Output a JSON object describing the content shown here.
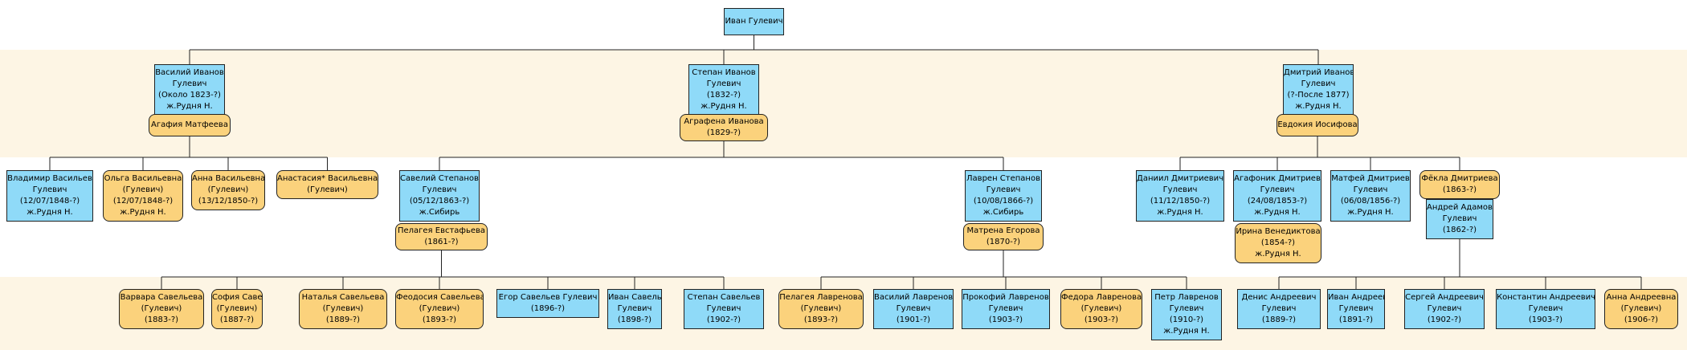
{
  "colors": {
    "male": "#8fdaf8",
    "female": "#fbd27c",
    "band": "#fdf5e4",
    "line": "#222222"
  },
  "people": {
    "ivan": {
      "sex": "m",
      "lines": [
        "Иван Гулевич"
      ]
    },
    "vasiliy": {
      "sex": "m",
      "lines": [
        "Василий Иванов",
        "Гулевич",
        "(Около 1823-?)",
        "ж.Рудня Н."
      ]
    },
    "agafia": {
      "sex": "f",
      "lines": [
        "Агафия Матфеева"
      ]
    },
    "stepan": {
      "sex": "m",
      "lines": [
        "Степан Иванов",
        "Гулевич",
        "(1832-?)",
        "ж.Рудня Н."
      ]
    },
    "agrafena": {
      "sex": "f",
      "lines": [
        "Аграфена Иванова",
        "(1829-?)"
      ]
    },
    "dmitriy": {
      "sex": "m",
      "lines": [
        "Дмитрий Иванов",
        "Гулевич",
        "(?-После 1877)",
        "ж.Рудня Н."
      ]
    },
    "evdokia": {
      "sex": "f",
      "lines": [
        "Евдокия Иосифова"
      ]
    },
    "vladimir": {
      "sex": "m",
      "lines": [
        "Владимир Васильев",
        "Гулевич",
        "(12/07/1848-?)",
        "ж.Рудня Н."
      ]
    },
    "olga": {
      "sex": "f",
      "lines": [
        "Ольга Васильевна",
        "(Гулевич)",
        "(12/07/1848-?)",
        "ж.Рудня Н."
      ]
    },
    "anna_v": {
      "sex": "f",
      "lines": [
        "Анна Васильевна",
        "(Гулевич)",
        "(13/12/1850-?)"
      ]
    },
    "anastasia": {
      "sex": "f",
      "lines": [
        "Анастасия* Васильевна",
        "(Гулевич)"
      ]
    },
    "saveliy": {
      "sex": "m",
      "lines": [
        "Савелий Степанов",
        "Гулевич",
        "(05/12/1863-?)",
        "ж.Сибирь"
      ]
    },
    "pelageya_e": {
      "sex": "f",
      "lines": [
        "Пелагея Евстафьева",
        "(1861-?)"
      ]
    },
    "lavren": {
      "sex": "m",
      "lines": [
        "Лаврен Степанов",
        "Гулевич",
        "(10/08/1866-?)",
        "ж.Сибирь"
      ]
    },
    "matrena": {
      "sex": "f",
      "lines": [
        "Матрена Егорова",
        "(1870-?)"
      ]
    },
    "daniil": {
      "sex": "m",
      "lines": [
        "Даниил Дмитриевич",
        "Гулевич",
        "(11/12/1850-?)",
        "ж.Рудня Н."
      ]
    },
    "agafonik": {
      "sex": "m",
      "lines": [
        "Агафоник Дмитриев",
        "Гулевич",
        "(24/08/1853-?)",
        "ж.Рудня Н."
      ]
    },
    "irina": {
      "sex": "f",
      "lines": [
        "Ирина Венедиктова",
        "(1854-?)",
        "ж.Рудня Н."
      ]
    },
    "matfey": {
      "sex": "m",
      "lines": [
        "Матфей Дмитриев",
        "Гулевич",
        "(06/08/1856-?)",
        "ж.Рудня Н."
      ]
    },
    "fekla": {
      "sex": "f",
      "lines": [
        "Фёкла Дмитриева",
        "(1863-?)"
      ]
    },
    "andrey_ad": {
      "sex": "m",
      "lines": [
        "Андрей Адамов",
        "Гулевич",
        "(1862-?)"
      ]
    },
    "varvara": {
      "sex": "f",
      "lines": [
        "Варвара Савельева",
        "(Гулевич)",
        "(1883-?)"
      ]
    },
    "sofia": {
      "sex": "f",
      "lines": [
        "София Савельева",
        "(Гулевич)",
        "(1887-?)"
      ]
    },
    "natalya": {
      "sex": "f",
      "lines": [
        "Наталья Савельева",
        "(Гулевич)",
        "(1889-?)"
      ]
    },
    "feodosia": {
      "sex": "f",
      "lines": [
        "Феодосия Савельева",
        "(Гулевич)",
        "(1893-?)"
      ]
    },
    "egor": {
      "sex": "m",
      "lines": [
        "Егор Савельев Гулевич",
        "(1896-?)"
      ]
    },
    "ivan_s": {
      "sex": "m",
      "lines": [
        "Иван Савельев",
        "Гулевич",
        "(1898-?)"
      ]
    },
    "stepan_s": {
      "sex": "m",
      "lines": [
        "Степан Савельев",
        "Гулевич",
        "(1902-?)"
      ]
    },
    "pelageya_l": {
      "sex": "f",
      "lines": [
        "Пелагея Лавренова",
        "(Гулевич)",
        "(1893-?)"
      ]
    },
    "vasiliy_l": {
      "sex": "m",
      "lines": [
        "Василий Лавренов",
        "Гулевич",
        "(1901-?)"
      ]
    },
    "prokofiy": {
      "sex": "m",
      "lines": [
        "Прокофий Лавренов",
        "Гулевич",
        "(1903-?)"
      ]
    },
    "fedora": {
      "sex": "f",
      "lines": [
        "Федора Лавренова",
        "(Гулевич)",
        "(1903-?)"
      ]
    },
    "petr": {
      "sex": "m",
      "lines": [
        "Петр Лавренов",
        "Гулевич",
        "(1910-?)",
        "ж.Рудня Н."
      ]
    },
    "denis": {
      "sex": "m",
      "lines": [
        "Денис Андреевич",
        "Гулевич",
        "(1889-?)"
      ]
    },
    "ivan_a": {
      "sex": "m",
      "lines": [
        "Иван Андреевич",
        "Гулевич",
        "(1891-?)"
      ]
    },
    "sergey": {
      "sex": "m",
      "lines": [
        "Сергей Андреевич",
        "Гулевич",
        "(1902-?)"
      ]
    },
    "konstantin": {
      "sex": "m",
      "lines": [
        "Константин Андреевич",
        "Гулевич",
        "(1903-?)"
      ]
    },
    "anna_a": {
      "sex": "f",
      "lines": [
        "Анна Андреевна",
        "(Гулевич)",
        "(1906-?)"
      ]
    }
  }
}
